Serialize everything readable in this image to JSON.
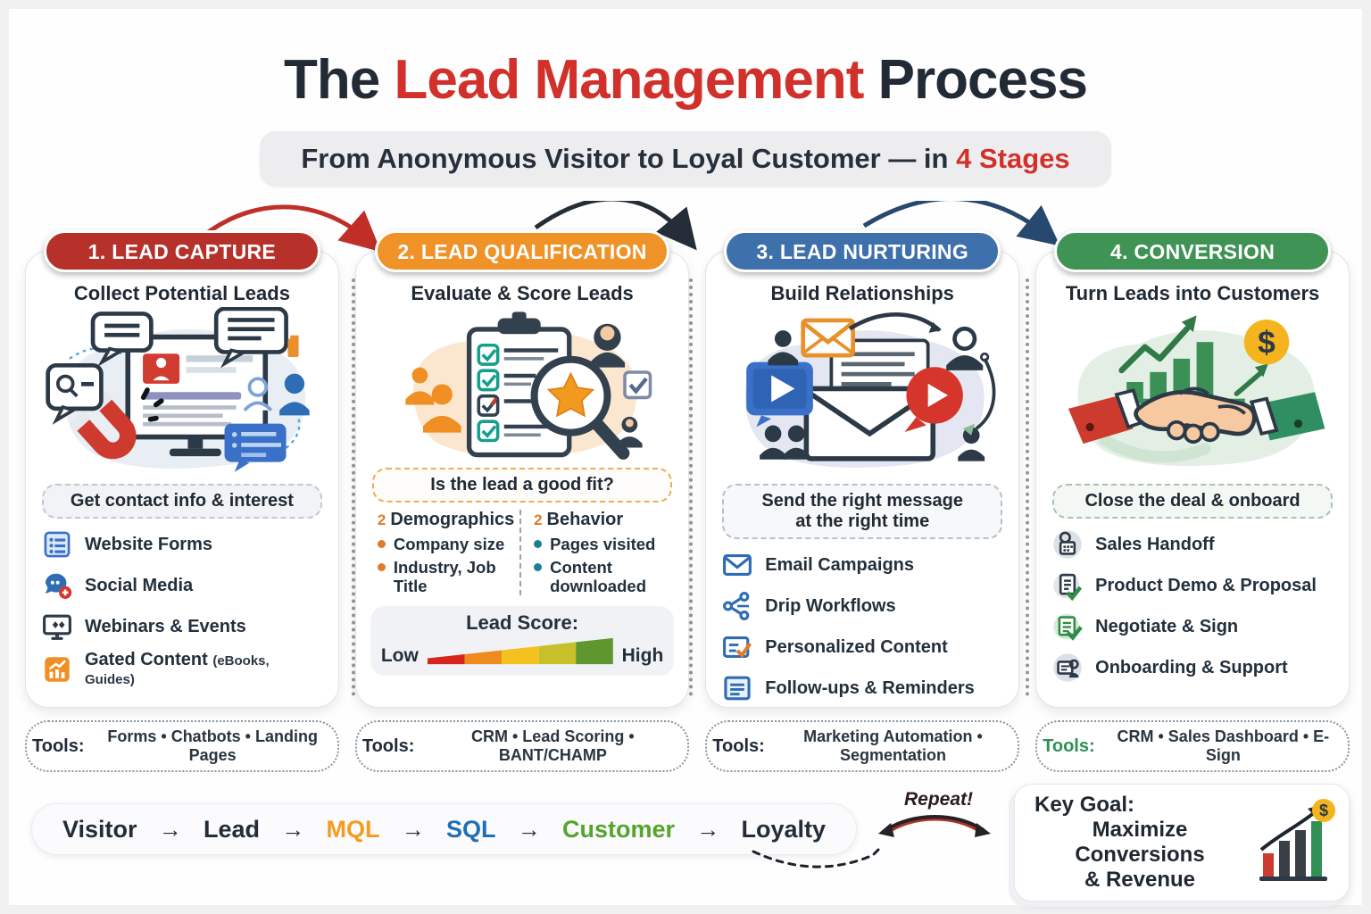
{
  "header": {
    "title_prefix": "The",
    "title_highlight": "Lead Management",
    "title_suffix": "Process",
    "subtitle_prefix": "From Anonymous Visitor to Loyal Customer — in",
    "subtitle_highlight": "4 Stages",
    "accent_color": "#d2302a"
  },
  "stages": [
    {
      "header_label": "1.  LEAD CAPTURE",
      "color": "#b5312a",
      "subtitle": "Collect Potential Leads",
      "banner": "Get contact info & interest",
      "items": [
        {
          "icon": "website-form-icon",
          "label": "Website Forms"
        },
        {
          "icon": "social-media-icon",
          "label": "Social Media"
        },
        {
          "icon": "webinar-icon",
          "label": "Webinars & Events"
        },
        {
          "icon": "gated-content-icon",
          "label": "Gated Content",
          "note": "(eBooks, Guides)"
        }
      ],
      "tools_label": "Tools:",
      "tools": "Forms  •  Chatbots  •  Landing Pages"
    },
    {
      "header_label": "2. LEAD QUALIFICATION",
      "color": "#ef9227",
      "subtitle": "Evaluate & Score Leads",
      "banner": "Is the lead a good fit?",
      "groups": [
        {
          "marker": "2",
          "title": "Demographics",
          "bullet_color": "#e07b2a",
          "bullets": [
            "Company size",
            "Industry, Job Title"
          ]
        },
        {
          "marker": "2",
          "title": "Behavior",
          "bullet_color": "#1d7f96",
          "bullets": [
            "Pages visited",
            "Content downloaded"
          ]
        }
      ],
      "lead_score": {
        "label": "Lead Score:",
        "low": "Low",
        "high": "High",
        "colors": [
          "#d6251d",
          "#ee8b1e",
          "#f3c21f",
          "#c8c02a",
          "#5f972e"
        ]
      },
      "tools_label": "Tools:",
      "tools": "CRM  •  Lead Scoring  •  BANT/CHAMP"
    },
    {
      "header_label": "3. LEAD NURTURING",
      "color": "#3e70ab",
      "subtitle": "Build Relationships",
      "banner_line1": "Send the right message",
      "banner_line2": "at the right time",
      "items": [
        {
          "icon": "email-campaign-icon",
          "label": "Email Campaigns"
        },
        {
          "icon": "drip-workflow-icon",
          "label": "Drip Workflows"
        },
        {
          "icon": "personalized-content-icon",
          "label": "Personalized Content"
        },
        {
          "icon": "followup-reminder-icon",
          "label": "Follow-ups & Reminders"
        }
      ],
      "tools_label": "Tools:",
      "tools": "Marketing Automation  •  Segmentation"
    },
    {
      "header_label": "4.  CONVERSION",
      "color": "#3f9355",
      "subtitle": "Turn Leads into Customers",
      "banner": "Close the deal & onboard",
      "items": [
        {
          "icon": "sales-handoff-icon",
          "label": "Sales Handoff"
        },
        {
          "icon": "product-demo-icon",
          "label": "Product Demo & Proposal"
        },
        {
          "icon": "negotiate-sign-icon",
          "label": "Negotiate & Sign"
        },
        {
          "icon": "onboarding-support-icon",
          "label": "Onboarding & Support"
        }
      ],
      "tools_label": "Tools:",
      "tools": "CRM • Sales Dashboard  • E-Sign"
    }
  ],
  "flow": {
    "arrow": "→",
    "items": [
      {
        "label": "Visitor",
        "color": "#232c38"
      },
      {
        "label": "Lead",
        "color": "#232c38"
      },
      {
        "label": "MQL",
        "color": "#f59b1f"
      },
      {
        "label": "SQL",
        "color": "#1f6fb5"
      },
      {
        "label": "Customer",
        "color": "#55a42c"
      },
      {
        "label": "Loyalty",
        "color": "#232c38"
      }
    ],
    "repeat_label": "Repeat!"
  },
  "key_goal": {
    "title": "Key Goal:",
    "line1": "Maximize Conversions",
    "line2": "& Revenue"
  }
}
